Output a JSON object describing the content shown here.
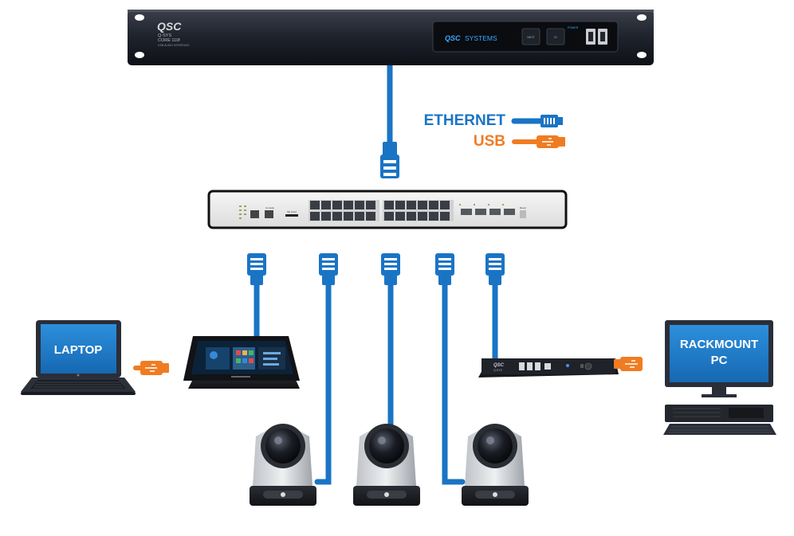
{
  "core": {
    "brand": "QSC",
    "model_line1": "Q-SYS",
    "model_line2": "CORE 110f",
    "model_line3": "USB AUDIO INTERFACE",
    "faceplate_brand": "QSC",
    "faceplate_text": "SYSTEMS",
    "btn1": "NEXT",
    "btn2": "ID",
    "power_label": "POWER"
  },
  "legend": {
    "ethernet": "ETHERNET",
    "usb": "USB"
  },
  "switch": {
    "console_label": "Console",
    "sd_label": "SD Card",
    "reset_label": "Reset"
  },
  "laptop": {
    "label": "LAPTOP"
  },
  "pc": {
    "line1": "RACKMOUNT",
    "line2": "PC"
  },
  "bridge": {
    "brand": "QSC",
    "model": "Q-SYS"
  },
  "colors": {
    "ethernet": "#1a74c4",
    "usb": "#f07c22",
    "screen": "#1d7bc6",
    "chassis": "#1b1f2a"
  }
}
